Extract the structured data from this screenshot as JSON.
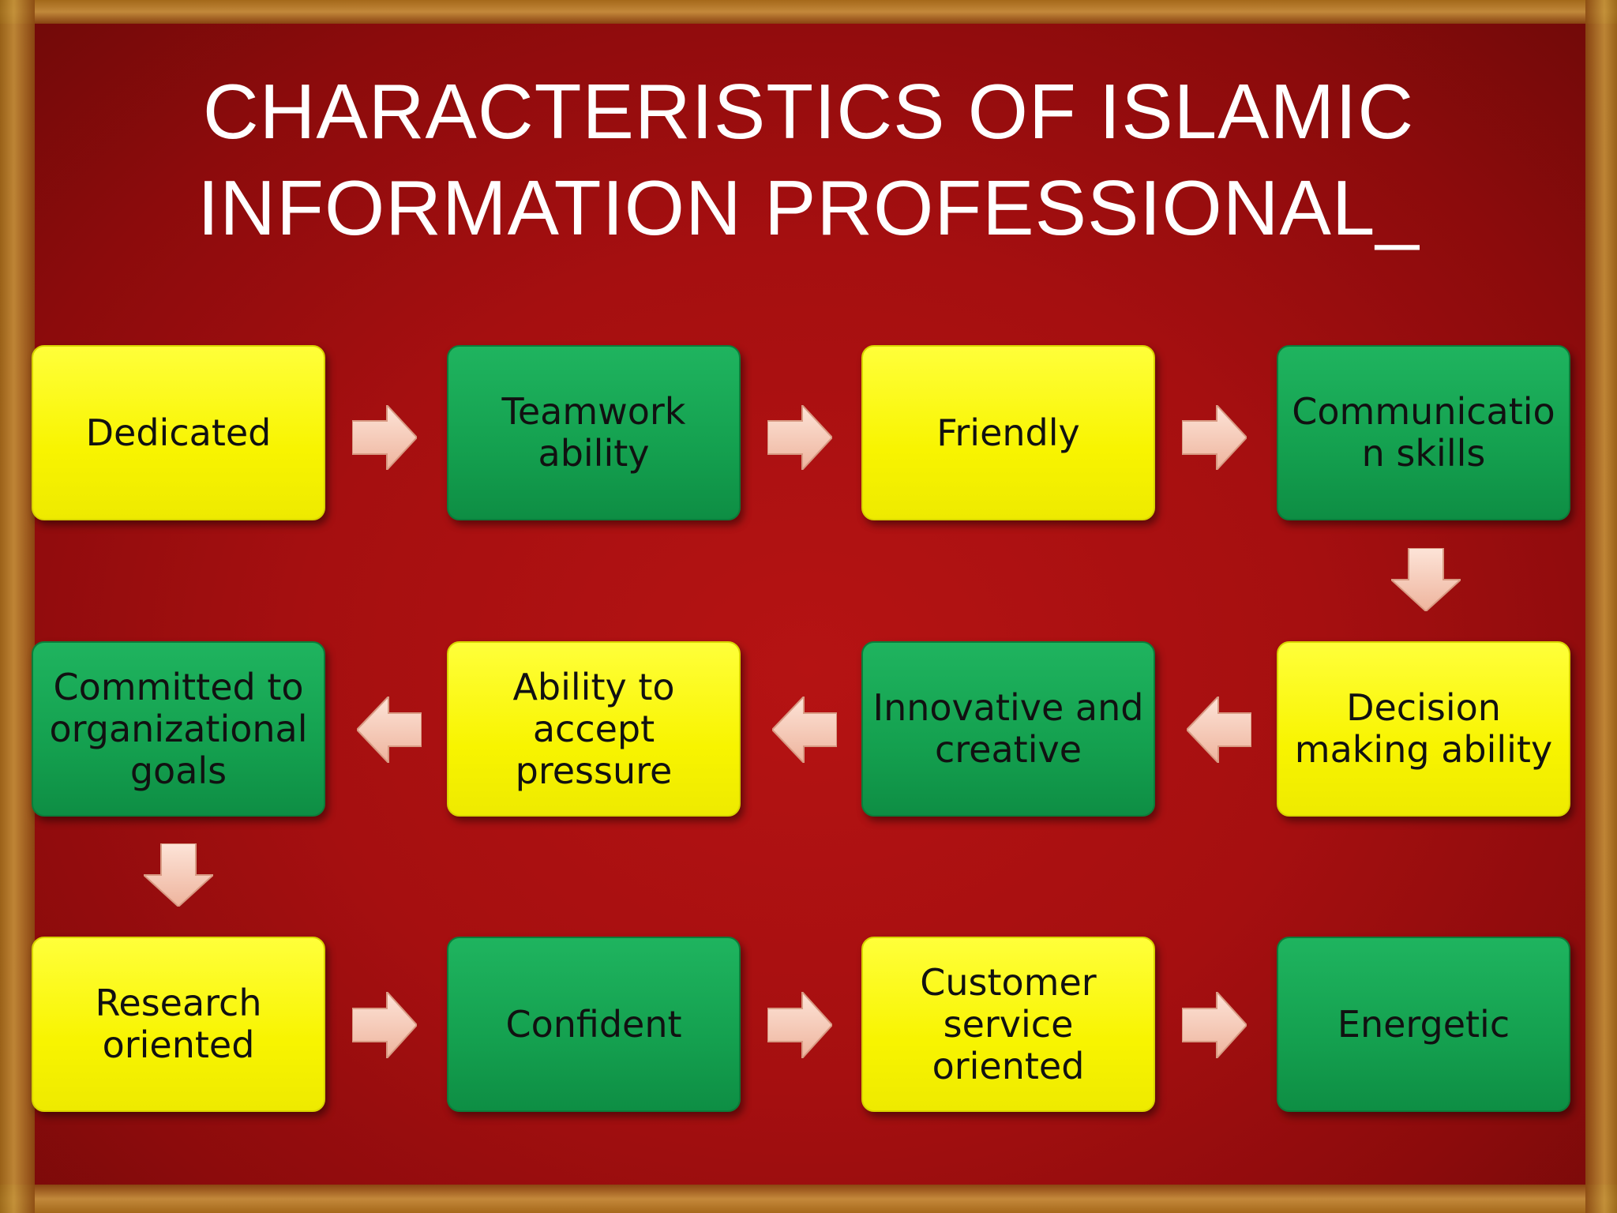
{
  "title": {
    "line1": "CHARACTERISTICS OF ISLAMIC",
    "line2": "INFORMATION PROFESSIONAL_"
  },
  "boxes": [
    {
      "label": "Dedicated",
      "color": "yellow"
    },
    {
      "label": "Teamwork ability",
      "color": "green"
    },
    {
      "label": "Friendly",
      "color": "yellow"
    },
    {
      "label": "Communicatio n skills",
      "color": "green"
    },
    {
      "label": "Decision making ability",
      "color": "yellow"
    },
    {
      "label": "Innovative and creative",
      "color": "green"
    },
    {
      "label": "Ability to accept pressure",
      "color": "yellow"
    },
    {
      "label": "Committed to organizational goals",
      "color": "green"
    },
    {
      "label": "Research oriented",
      "color": "yellow"
    },
    {
      "label": "Confident",
      "color": "green"
    },
    {
      "label": "Customer service oriented",
      "color": "yellow"
    },
    {
      "label": "Energetic",
      "color": "green"
    }
  ],
  "colors": {
    "background": "#a50f10",
    "yellow_box": "#f8f400",
    "green_box": "#14a04f",
    "arrow": "#f6cbb8",
    "title_text": "#ffffff"
  },
  "icons": {
    "arrow_right": "arrow-right-icon",
    "arrow_left": "arrow-left-icon",
    "arrow_down": "arrow-down-icon"
  }
}
